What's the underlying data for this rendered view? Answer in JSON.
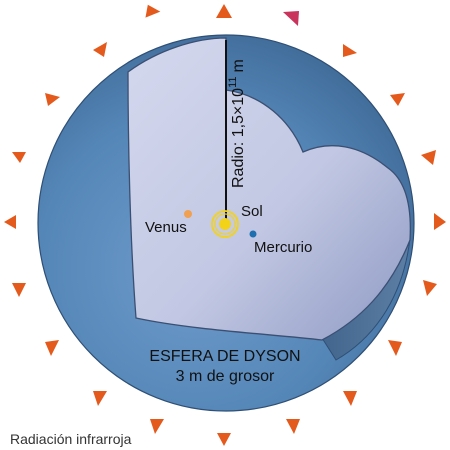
{
  "diagram": {
    "radius_label": "Radio: 1,5×10",
    "radius_exponent": "11",
    "radius_unit": "m",
    "sun_label": "Sol",
    "venus_label": "Venus",
    "mercury_label": "Mercurio",
    "sphere_title": "ESFERA DE DYSON",
    "sphere_subtitle": "3 m de grosor",
    "radiation_label": "Radiación infrarroja"
  },
  "colors": {
    "shell_outer": "#4f7eae",
    "shell_edge": "#3f5f82",
    "interior": "#c9cfe8",
    "arrows": "#e45a1c",
    "arrow_highlight": "#c8345b",
    "sun": "#f3d21a",
    "venus": "#f0a050",
    "mercury": "#1d6fb0"
  },
  "icons": {
    "arrow": "triangle-arrow-icon",
    "sun": "sun-icon",
    "planet": "planet-dot-icon"
  }
}
